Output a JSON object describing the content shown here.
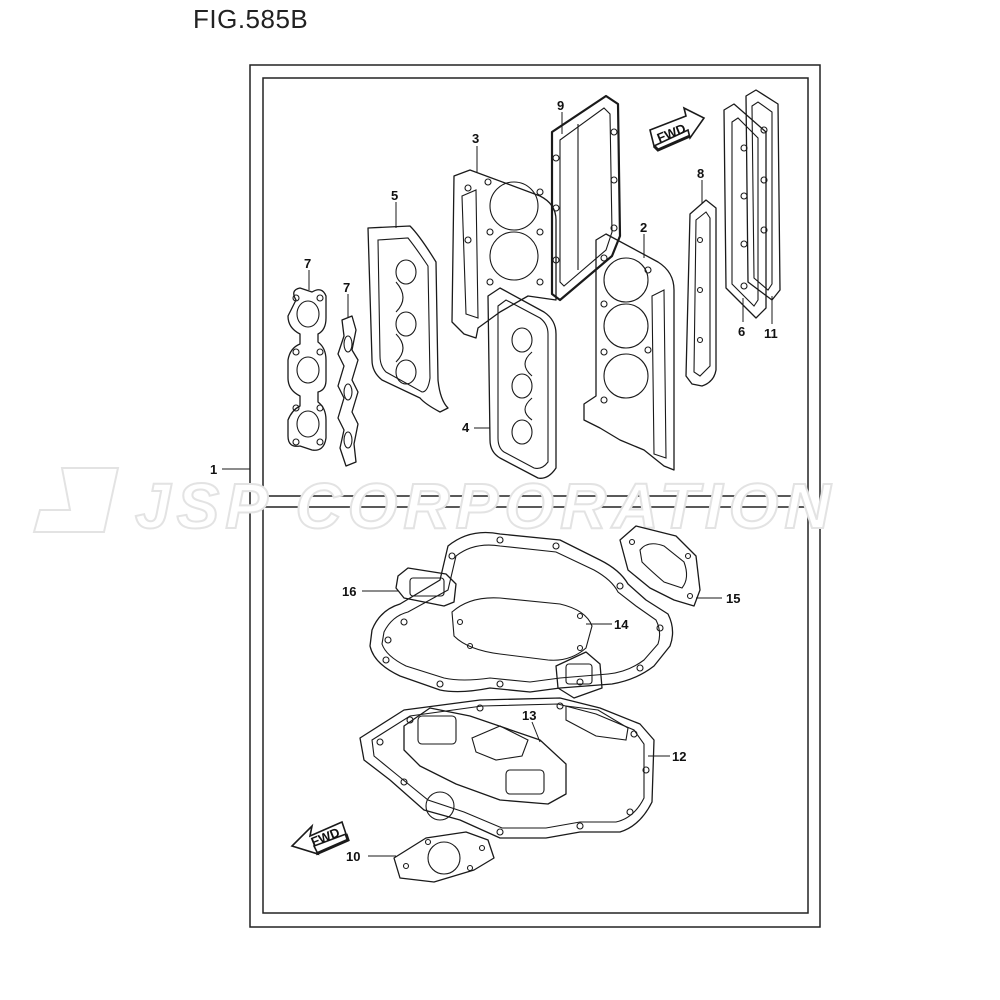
{
  "figure": {
    "title": "FIG.585B",
    "watermark": "JSP CORPORATION",
    "fwd_label": "FWD"
  },
  "callouts": {
    "c1": "1",
    "c2": "2",
    "c3": "3",
    "c4": "4",
    "c5": "5",
    "c6": "6",
    "c7a": "7",
    "c7b": "7",
    "c8": "8",
    "c9": "9",
    "c10": "10",
    "c11": "11",
    "c12": "12",
    "c13": "13",
    "c14": "14",
    "c15": "15",
    "c16": "16"
  }
}
